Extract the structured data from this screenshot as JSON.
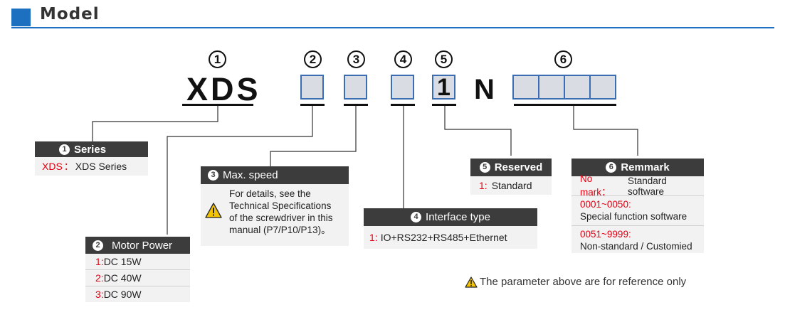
{
  "header": {
    "title": "Model"
  },
  "code": {
    "circ1": "1",
    "circ2": "2",
    "circ3": "3",
    "circ4": "4",
    "circ5": "5",
    "circ6": "6",
    "prefix": "XDS",
    "box5_value": "1",
    "letter_n": "N"
  },
  "series": {
    "num": "1",
    "title": "Series",
    "key": "XDS",
    "sep": "：",
    "value": "XDS Series"
  },
  "motor_power": {
    "num": "2",
    "title": "Motor Power",
    "items": [
      {
        "key": "1",
        "sep": ":",
        "value": "DC 15W"
      },
      {
        "key": "2",
        "sep": ":",
        "value": "DC 40W"
      },
      {
        "key": "3",
        "sep": ":",
        "value": "DC 90W"
      }
    ]
  },
  "max_speed": {
    "num": "3",
    "title": "Max. speed",
    "lines": [
      "For details, see the",
      "Technical Specifications",
      "of the screwdriver in this",
      "manual (P7/P10/P13)。"
    ]
  },
  "interface": {
    "num": "4",
    "title": "Interface type",
    "key": "1:",
    "value": "IO+RS232+RS485+Ethernet"
  },
  "reserved": {
    "num": "5",
    "title": "Reserved",
    "key": "1:",
    "value": "Standard"
  },
  "remark": {
    "num": "6",
    "title": "Remmark",
    "row1_key": "No mark：",
    "row1_value": "Standard software",
    "row2_key": "0001~0050:",
    "row2_value": "Special function software",
    "row3_key": "0051~9999:",
    "row3_value": "Non-standard / Customied"
  },
  "footnote": "The parameter above are for reference only",
  "colors": {
    "accent": "#1d6fc0",
    "box_border": "#3a6db2",
    "card_header": "#3c3c3c",
    "code_red": "#e60012",
    "warning": "#f5c400"
  }
}
